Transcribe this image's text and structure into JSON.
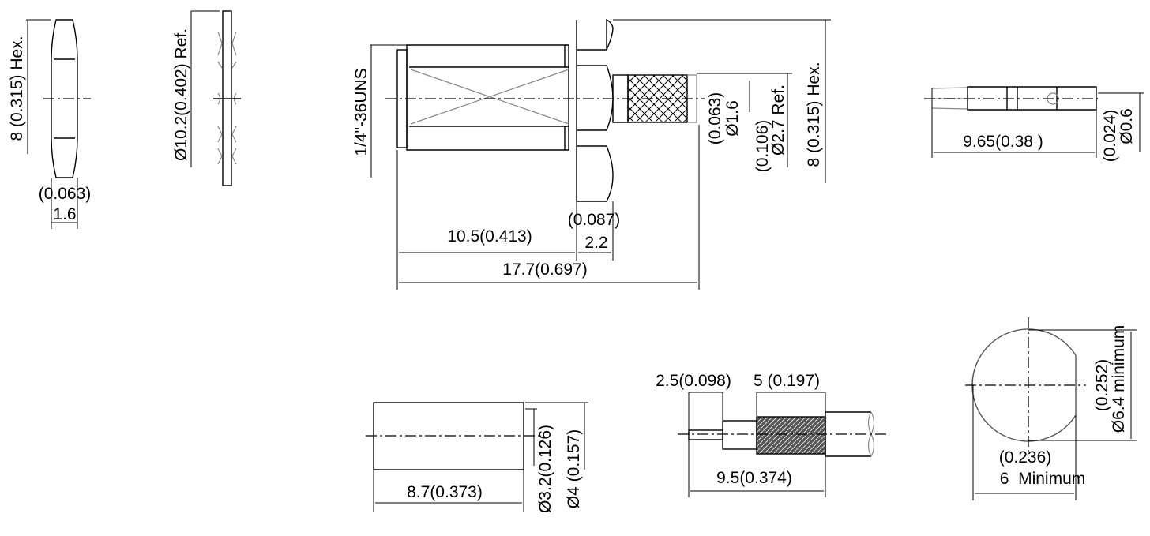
{
  "hex_nut": {
    "hex_dim": "8 (0.315)  Hex.",
    "thickness_in": "(0.063)",
    "thickness_mm": "1.6"
  },
  "lock_washer": {
    "diameter": "Ø10.2(0.402)  Ref."
  },
  "connector_body": {
    "thread": "1/4\"-36UNS",
    "inner_dia_in": "(0.063)",
    "inner_dia_mm": "Ø1.6",
    "outer_dia_in": "(0.106)",
    "outer_dia_mm": "Ø2.7  Ref.",
    "hex": "8 (0.315) Hex.",
    "hex_width_in": "(0.087)",
    "hex_width_mm": "2.2",
    "thread_length": "10.5(0.413)",
    "overall_length": "17.7(0.697)"
  },
  "contact_pin": {
    "length": "9.65(0.38 )",
    "dia_in": "(0.024)",
    "dia_mm": "Ø0.6"
  },
  "ferrule": {
    "length": "8.7(0.373)",
    "inner_dia": "Ø3.2(0.126)",
    "outer_dia": "Ø4 (0.157)"
  },
  "cable_strip": {
    "center_strip": "2.5(0.098)",
    "braid_strip": "5 (0.197)",
    "total_strip": "9.5(0.374)"
  },
  "panel_cutout": {
    "height_in": "(0.252)",
    "height_mm": "Ø6.4 minimum",
    "width_in": "(0.236)",
    "width_mm": "6  Minimum"
  }
}
